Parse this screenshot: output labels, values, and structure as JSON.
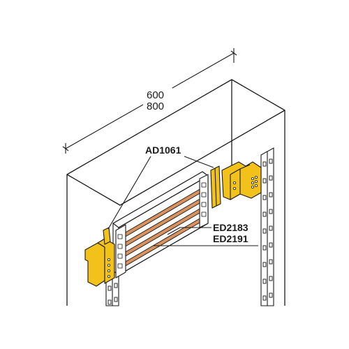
{
  "dimensions": {
    "width_primary": "600",
    "width_alternate": "800"
  },
  "callouts": {
    "connector_code": "AD1061",
    "support_code_1": "ED2183",
    "support_code_2": "ED2191"
  },
  "colors": {
    "line": "#1a1a1a",
    "bracket_yellow": "#f2c21b",
    "busbar_copper": "#d9925e",
    "holder_white": "#ffffff",
    "background": "#ffffff"
  },
  "busbar_count": 4
}
